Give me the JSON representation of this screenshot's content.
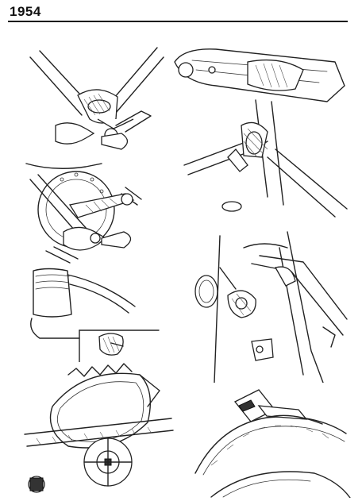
{
  "header": {
    "year": "1954"
  },
  "illustrations": [
    {
      "id": "frame-lug-wingnut",
      "icon": "wingnut-fixing-icon"
    },
    {
      "id": "seat-cluster-lug",
      "icon": "frame-lug-icon"
    },
    {
      "id": "hub-axle-wingnut",
      "icon": "hub-axle-icon"
    },
    {
      "id": "bottom-bracket-clamp",
      "icon": "cable-clamp-icon"
    },
    {
      "id": "seat-tube-band",
      "icon": "clip-band-icon"
    },
    {
      "id": "derailleur-control",
      "icon": "gear-lever-icon"
    },
    {
      "id": "chainwheel-derailleur",
      "icon": "chainwheel-icon"
    },
    {
      "id": "chainwheel-guide",
      "icon": "chain-guide-icon"
    }
  ]
}
